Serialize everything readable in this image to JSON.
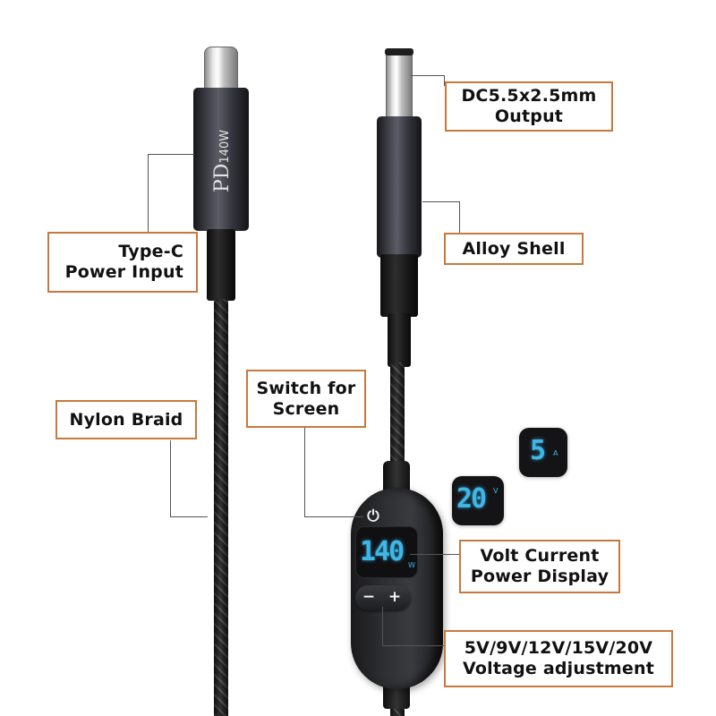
{
  "product": {
    "usb_c_label_main": "PD",
    "usb_c_label_sub": "140W"
  },
  "callouts": {
    "dc_output": {
      "line1": "DC5.5x2.5mm",
      "line2": "Output"
    },
    "type_c": {
      "line1": "Type-C",
      "line2": "Power Input"
    },
    "alloy_shell": {
      "line1": "Alloy Shell"
    },
    "switch_screen": {
      "line1": "Switch for",
      "line2": "Screen"
    },
    "nylon_braid": {
      "line1": "Nylon Braid"
    },
    "display": {
      "line1": "Volt Current",
      "line2": "Power Display"
    },
    "voltage": {
      "line1": "5V/9V/12V/15V/20V",
      "line2": "Voltage adjustment"
    }
  },
  "controller": {
    "power_icon": "⏻",
    "main_display_value": "140",
    "main_display_unit": "W",
    "minus_label": "−",
    "plus_label": "+"
  },
  "inset_displays": {
    "voltage": {
      "value": "20",
      "unit": "V"
    },
    "current": {
      "value": "5",
      "unit": "A"
    }
  },
  "colors": {
    "callout_border": "#c9783d",
    "display_digits": "#3fb6e8",
    "leader_line": "#555555"
  }
}
